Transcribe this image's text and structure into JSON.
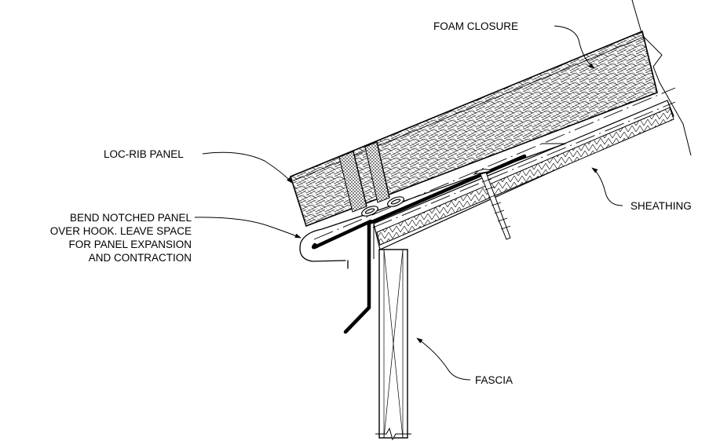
{
  "labels": {
    "foam_closure": "FOAM CLOSURE",
    "loc_rib_panel": "LOC-RIB PANEL",
    "sheathing": "SHEATHING",
    "fascia": "FASCIA",
    "bend_note": [
      "BEND NOTCHED PANEL",
      "OVER HOOK. LEAVE SPACE",
      "FOR PANEL EXPANSION",
      "AND CONTRACTION"
    ]
  },
  "colors": {
    "line": "#000000",
    "background": "#ffffff"
  }
}
